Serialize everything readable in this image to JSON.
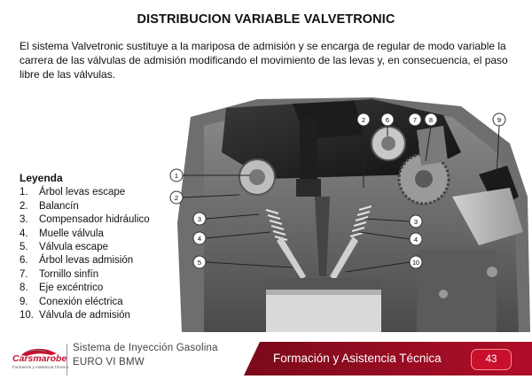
{
  "title": "DISTRIBUCION VARIABLE VALVETRONIC",
  "intro": "El sistema Valvetronic sustituye a la mariposa de admisión y se encarga de regular de modo variable la carrera de las válvulas de admisión modificando el movimiento de las levas y, en consecuencia, el paso libre de las válvulas.",
  "legend": {
    "title": "Leyenda",
    "items": [
      {
        "num": "1.",
        "label": "Árbol levas escape"
      },
      {
        "num": "2.",
        "label": "Balancín"
      },
      {
        "num": "3.",
        "label": "Compensador hidráulico"
      },
      {
        "num": "4.",
        "label": "Muelle válvula"
      },
      {
        "num": "5.",
        "label": "Válvula escape"
      },
      {
        "num": "6.",
        "label": "Árbol levas admisión"
      },
      {
        "num": "7.",
        "label": "Tornillo sinfín"
      },
      {
        "num": "8.",
        "label": "Eje excéntrico"
      },
      {
        "num": "9.",
        "label": "Conexión eléctrica"
      },
      {
        "num": "10.",
        "label": "Válvula de admisión"
      }
    ]
  },
  "callouts": [
    "1",
    "2",
    "3",
    "4",
    "5",
    "2",
    "6",
    "7",
    "8",
    "9",
    "3",
    "4",
    "10"
  ],
  "footer": {
    "brand": "Carsmarobe",
    "brand_sub": "Formación y Asistencia Técnica",
    "system_line1": "Sistema de Inyección Gasolina",
    "system_line2": "EURO VI BMW",
    "band_text": "Formación y Asistencia Técnica",
    "page_number": "43"
  },
  "colors": {
    "accent": "#c8102e",
    "band_dark": "#8a0c1e"
  }
}
